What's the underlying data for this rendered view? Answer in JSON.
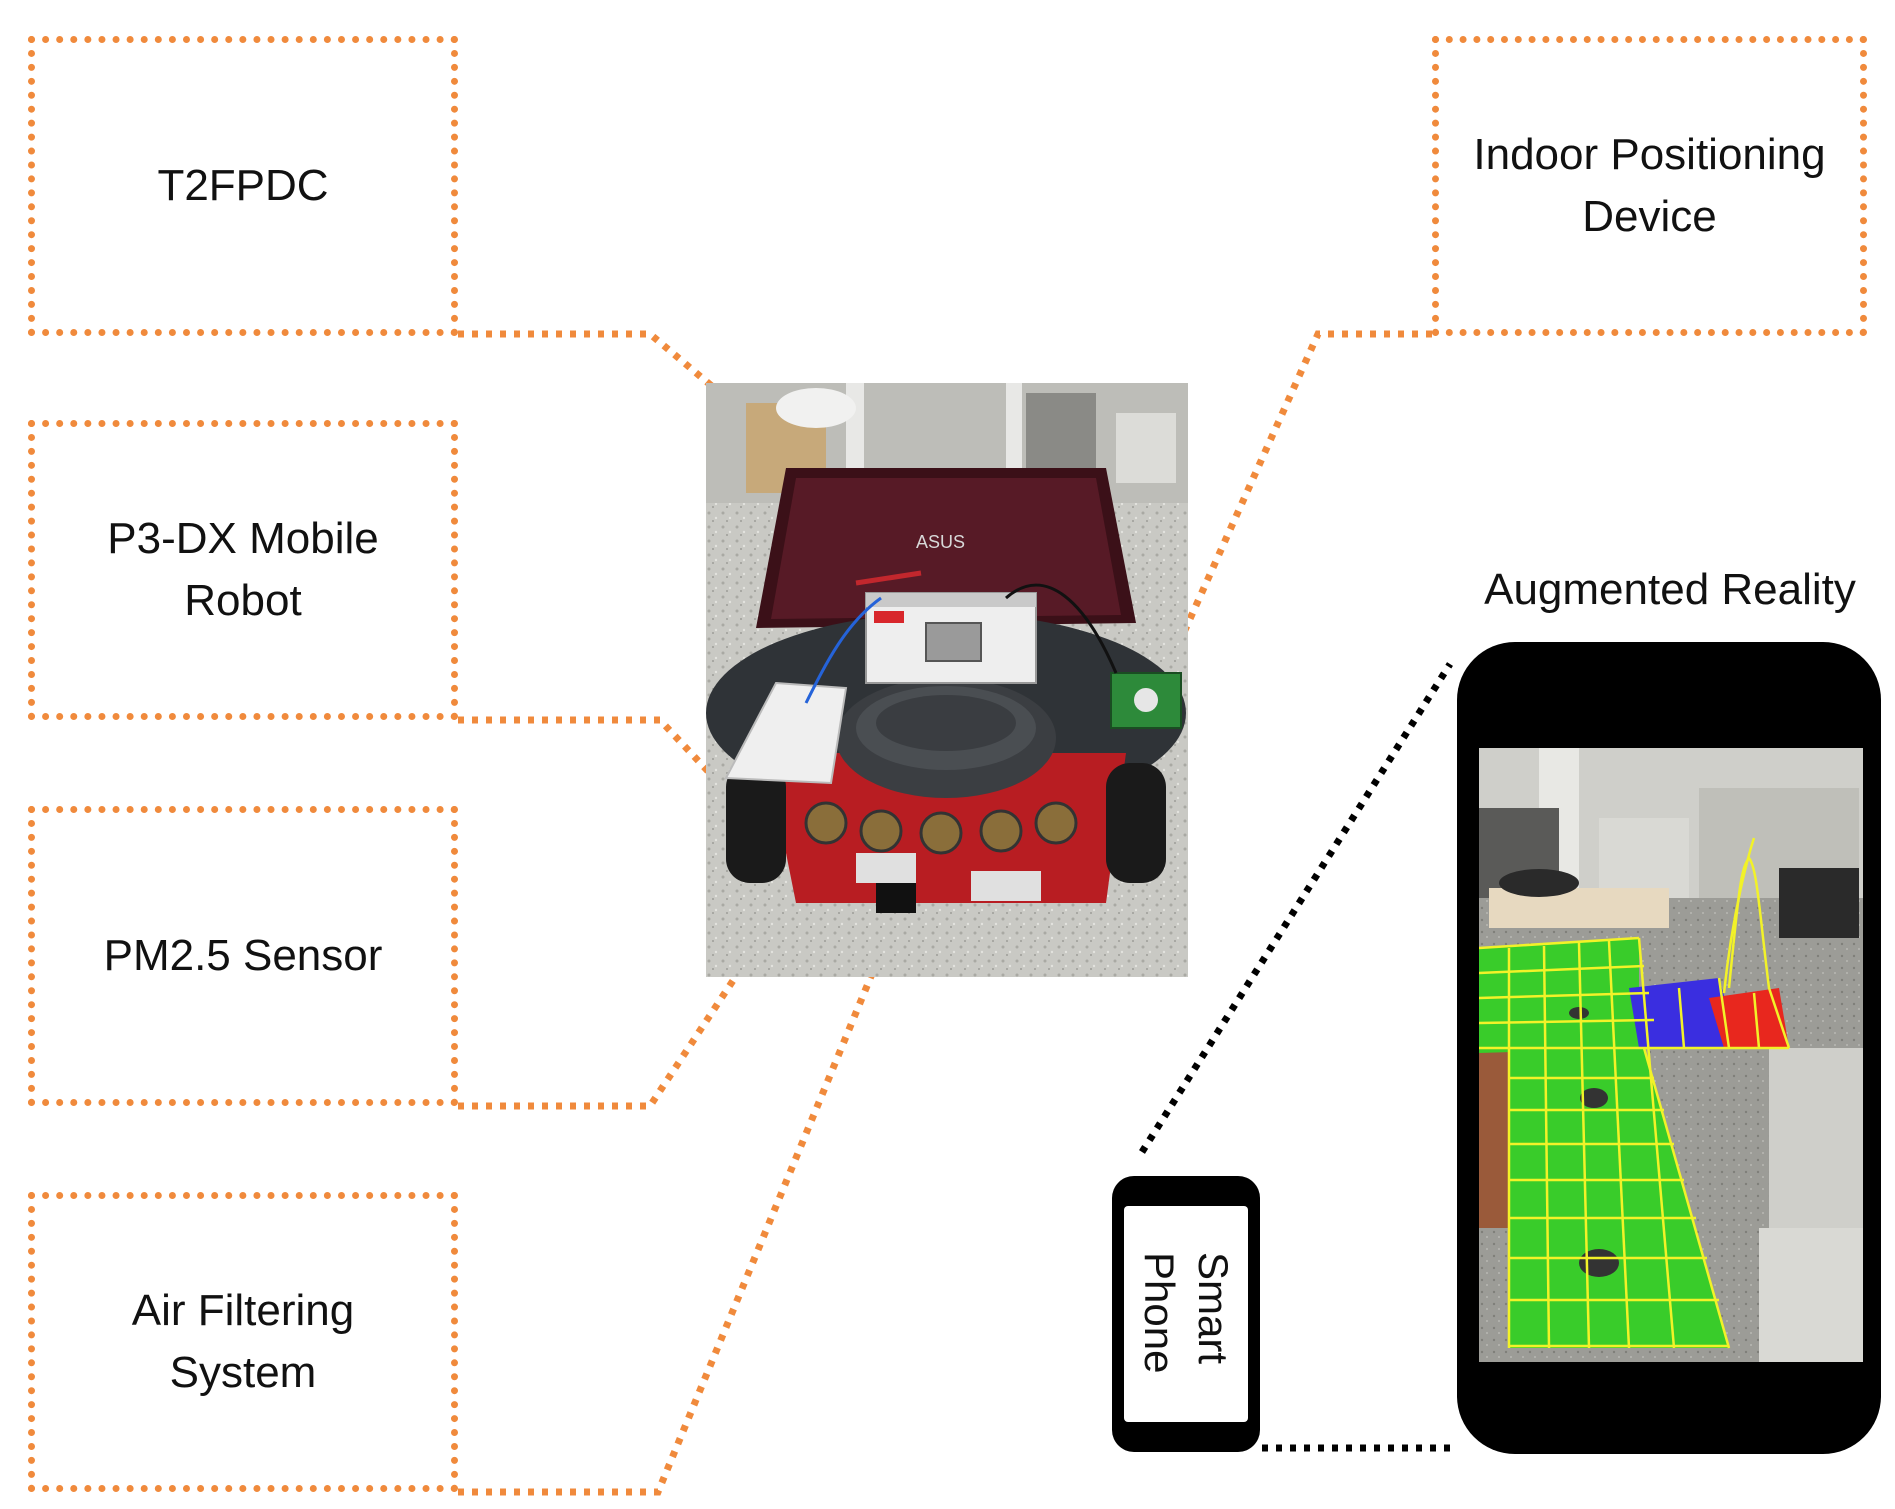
{
  "boxes": {
    "t2fpdc": "T2FPDC",
    "p3dx": "P3-DX Mobile\nRobot",
    "pm25": "PM2.5 Sensor",
    "air_filtering": "Air Filtering\nSystem",
    "indoor_positioning": "Indoor Positioning\nDevice"
  },
  "augmented_reality": {
    "title": "Augmented Reality"
  },
  "smart_phone": {
    "label": "Smart\nPhone"
  },
  "colors": {
    "connector_orange": "#f08a3c",
    "connector_black": "#000000",
    "grid_green": "#39cc2a",
    "grid_yellow": "#f2f228",
    "hot_red": "#e8271e",
    "clean_blue": "#3a2ee0",
    "robot_red": "#b81d22"
  }
}
